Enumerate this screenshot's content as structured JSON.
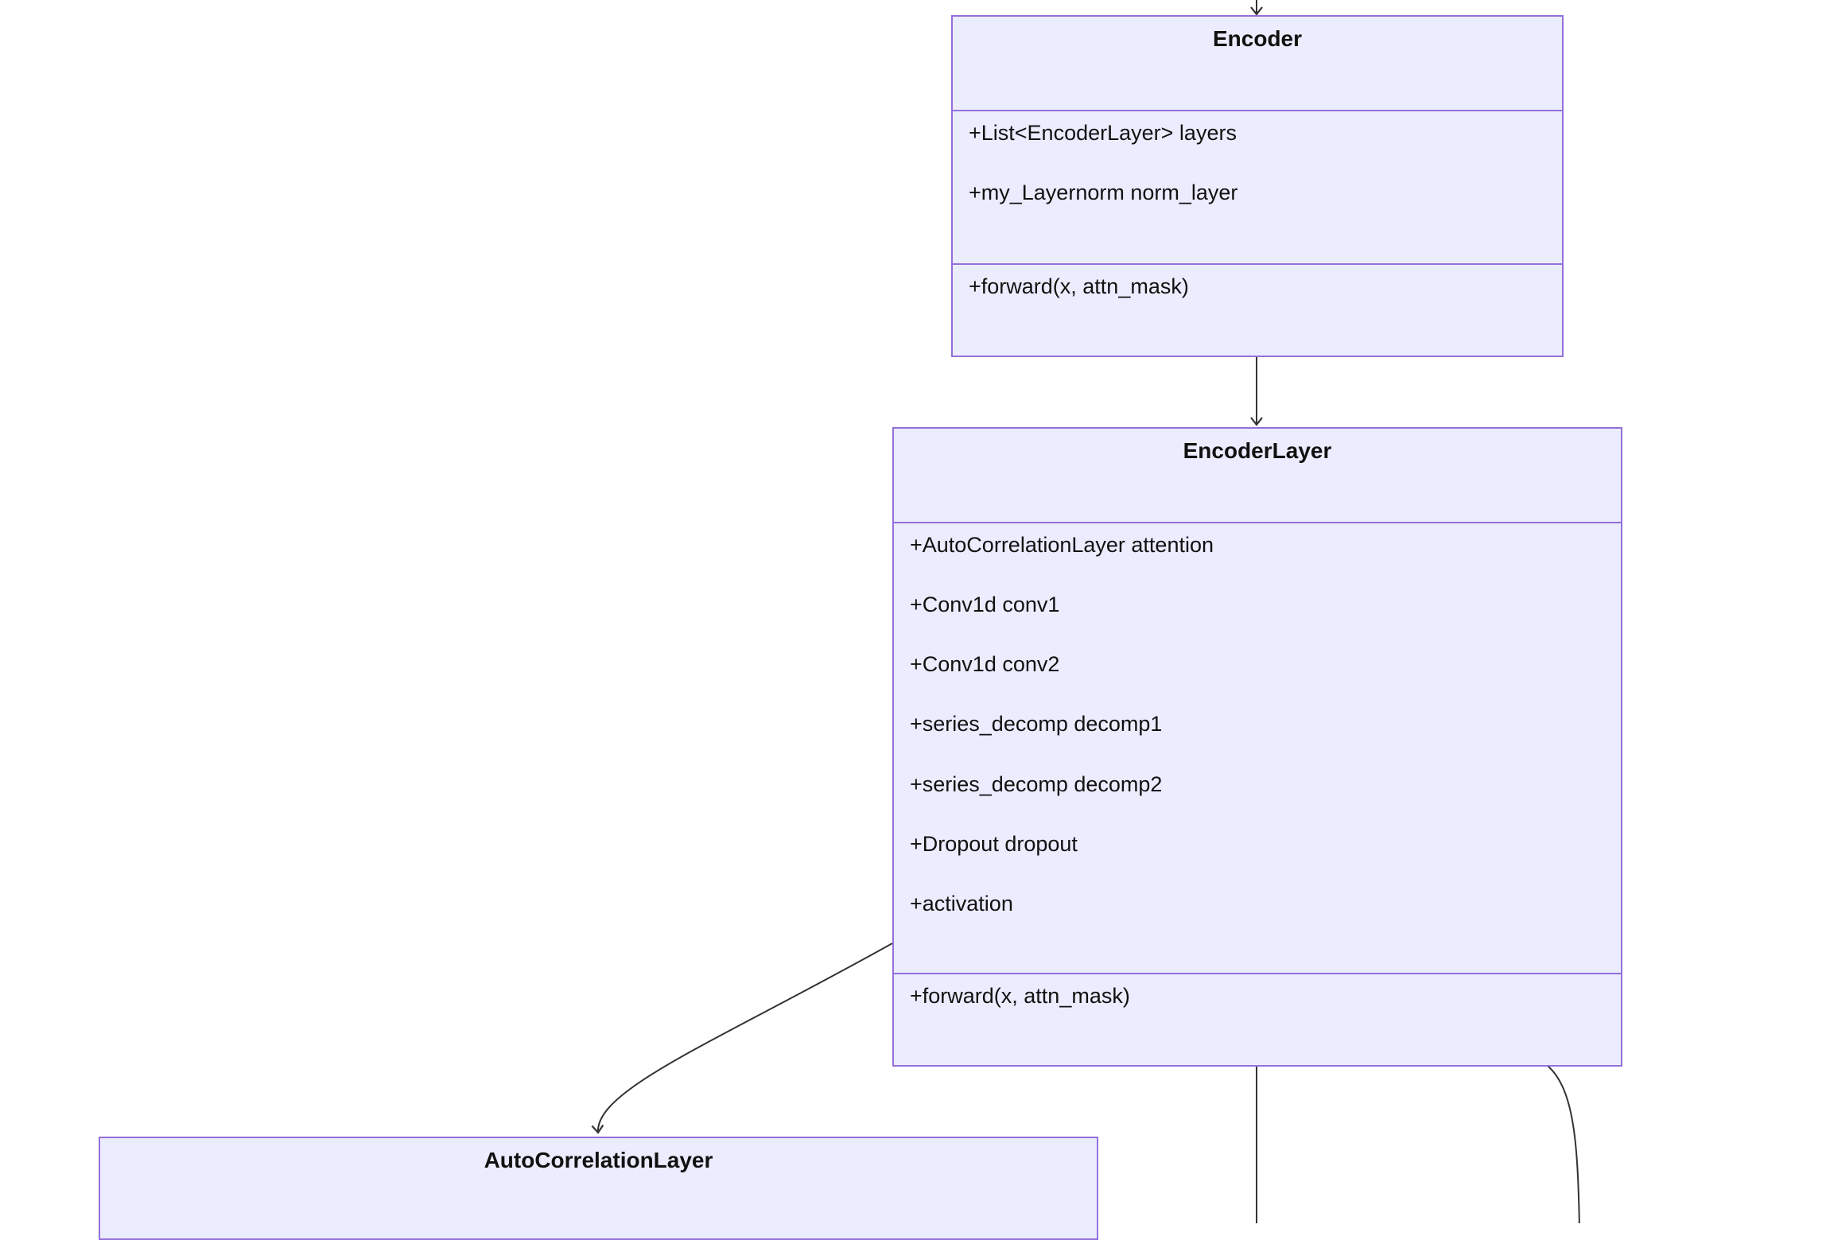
{
  "classes": {
    "encoder": {
      "name": "Encoder",
      "attributes": [
        "+List<EncoderLayer> layers",
        "+my_Layernorm norm_layer"
      ],
      "methods": [
        "+forward(x, attn_mask)"
      ]
    },
    "encoder_layer": {
      "name": "EncoderLayer",
      "attributes": [
        "+AutoCorrelationLayer attention",
        "+Conv1d conv1",
        "+Conv1d conv2",
        "+series_decomp decomp1",
        "+series_decomp decomp2",
        "+Dropout dropout",
        "+activation"
      ],
      "methods": [
        "+forward(x, attn_mask)"
      ]
    },
    "auto_correlation_layer": {
      "name": "AutoCorrelationLayer"
    }
  },
  "colors": {
    "box_fill": "#ececff",
    "box_border": "#9370db",
    "edge": "#333333",
    "text": "#111111"
  }
}
